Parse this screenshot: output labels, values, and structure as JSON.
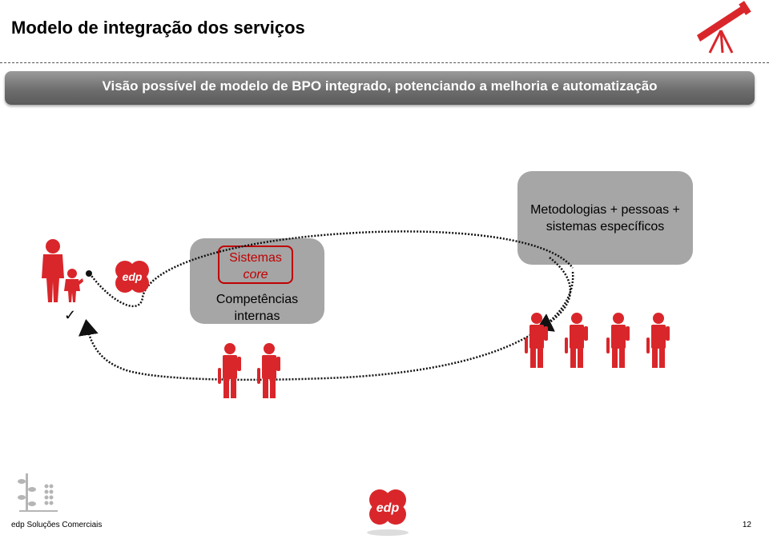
{
  "header": {
    "title": "Modelo de integração dos serviços",
    "banner": "Visão possível de modelo de BPO integrado, potenciando a melhoria e automatização"
  },
  "diagram": {
    "core_box": {
      "highlight_line1": "Sistemas",
      "highlight_line2": "core",
      "label_line1": "Competências",
      "label_line2": "internas"
    },
    "methods_box": {
      "line1": "Metodologias + pessoas +",
      "line2": "sistemas específicos"
    },
    "check": "✓",
    "brand_logo": "edp"
  },
  "footer": {
    "company": "edp Soluções Comerciais",
    "page": "12",
    "logo": "edp"
  },
  "colors": {
    "accent_red": "#d9262b",
    "box_gray": "#a6a6a6",
    "banner_gray": "#7a7a7a"
  },
  "icons": {
    "top_right": "telescope-icon",
    "bottom_left": "growth-plant-icon"
  }
}
